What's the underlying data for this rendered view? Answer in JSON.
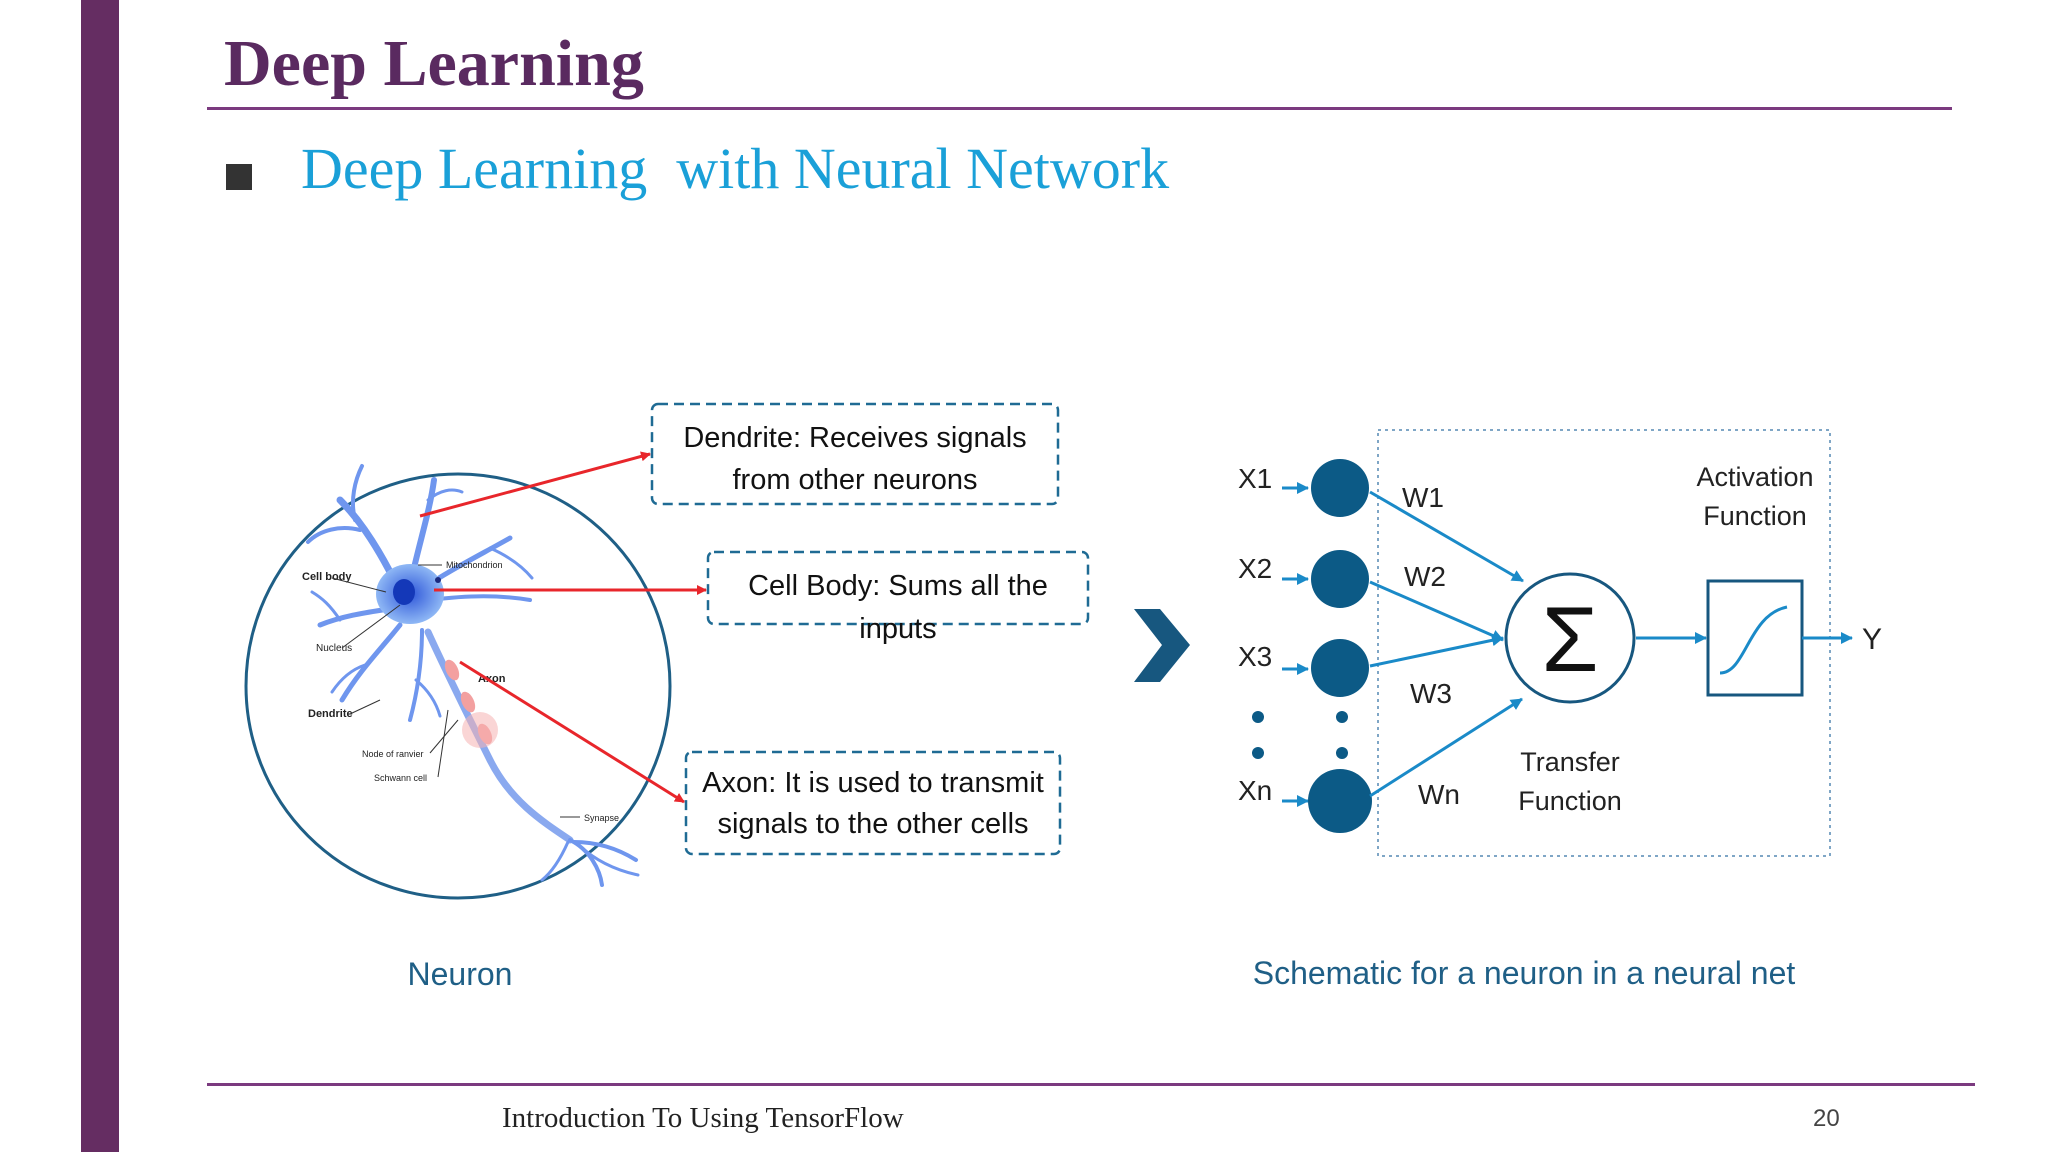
{
  "slide": {
    "title": "Deep Learning",
    "bullet": "Deep Learning  with Neural Network",
    "footer": "Introduction To Using TensorFlow",
    "page_number": "20"
  },
  "colors": {
    "accent_bar": "#652d62",
    "title": "#5a2a60",
    "bullet_text": "#1aa0d8",
    "diagram_blue": "#1f6b94",
    "node_fill": "#0c5a86",
    "arrow_red": "#e8262b"
  },
  "neuron": {
    "caption": "Neuron",
    "labels": {
      "cell_body": "Cell body",
      "mitochondrion": "Mitochondrion",
      "nucleus": "Nucleus",
      "axon": "Axon",
      "dendrite": "Dendrite",
      "node_of_ranvier": "Node of ranvier",
      "schwann_cell": "Schwann cell",
      "synapse": "Synapse"
    },
    "callouts": [
      {
        "line1": "Dendrite: Receives signals",
        "line2": "from other neurons"
      },
      {
        "line1": "Cell Body: Sums all the",
        "line2": "inputs"
      },
      {
        "line1": "Axon: It is used to transmit",
        "line2": "signals to the other cells"
      }
    ]
  },
  "schematic": {
    "caption": "Schematic for a neuron in a neural net",
    "inputs": [
      "X1",
      "X2",
      "X3",
      "Xn"
    ],
    "weights": [
      "W1",
      "W2",
      "W3",
      "Wn"
    ],
    "sum_symbol": "Σ",
    "transfer_label_1": "Transfer",
    "transfer_label_2": "Function",
    "activation_label_1": "Activation",
    "activation_label_2": "Function",
    "output": "Y"
  }
}
